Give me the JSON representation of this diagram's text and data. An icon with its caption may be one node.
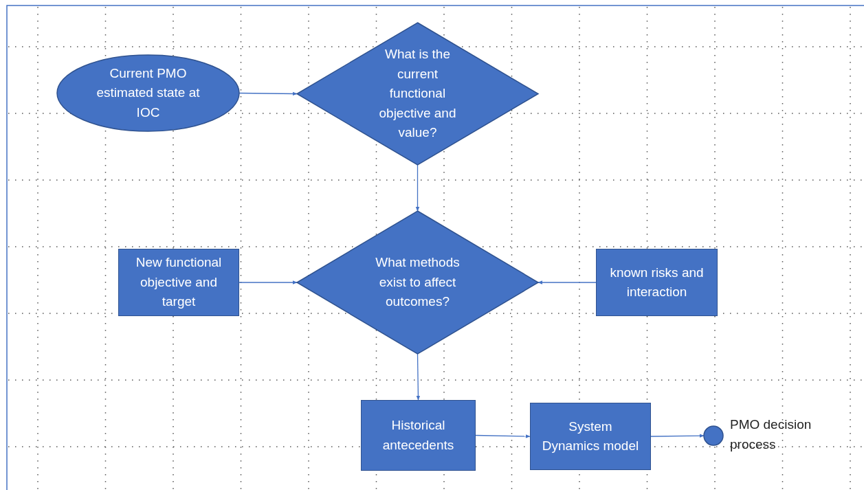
{
  "diagram": {
    "nodes": [
      {
        "text": [
          "Current PMO estimated state at IOC"
        ]
      },
      {
        "text": [
          "What is the current functional objective and value?"
        ]
      },
      {
        "text": [
          "What methods exist to affect outcomes?"
        ]
      },
      {
        "text": [
          "New functional objective and target"
        ]
      },
      {
        "text": [
          "known risks and interaction"
        ]
      },
      {
        "text": [
          "Historical antecedents"
        ]
      },
      {
        "text": [
          "System Dynamics model"
        ]
      },
      {
        "text": [],
        "shape": "circle",
        "beside": [
          "PMO decision process"
        ]
      }
    ],
    "edges": [
      {
        "from": 0,
        "to": 1,
        "arrow": "to"
      },
      {
        "from": 1,
        "to": 2,
        "arrow": "to"
      },
      {
        "from": 3,
        "to": 2,
        "arrow": "to"
      },
      {
        "from": 4,
        "to": 2,
        "arrow": "to"
      },
      {
        "from": 2,
        "to": 5,
        "arrow": "to"
      },
      {
        "from": 5,
        "to": 6,
        "arrow": "to"
      },
      {
        "from": 6,
        "to": 7,
        "arrow": "to"
      }
    ]
  }
}
